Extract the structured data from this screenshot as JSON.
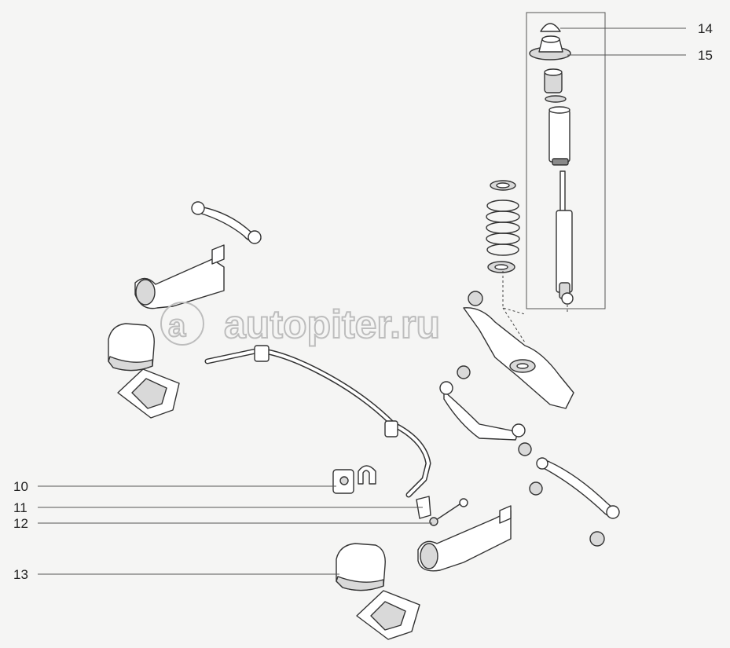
{
  "watermark": {
    "text": "autopiter.ru",
    "symbol": "a"
  },
  "callouts": [
    {
      "id": "c10",
      "label": "10"
    },
    {
      "id": "c11",
      "label": "11"
    },
    {
      "id": "c12",
      "label": "12"
    },
    {
      "id": "c13",
      "label": "13"
    },
    {
      "id": "c14",
      "label": "14"
    },
    {
      "id": "c15",
      "label": "15"
    }
  ],
  "colors": {
    "line": "#333333",
    "background": "#f5f5f4",
    "watermark": "#bdbdbd"
  }
}
